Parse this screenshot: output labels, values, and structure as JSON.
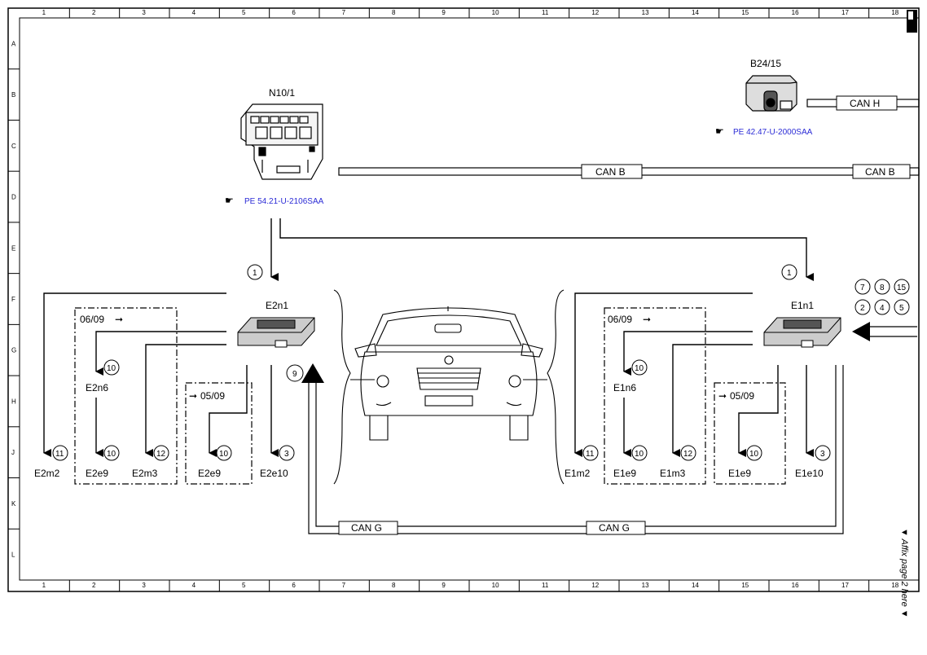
{
  "grid": {
    "columns": [
      "1",
      "2",
      "3",
      "4",
      "5",
      "6",
      "7",
      "8",
      "9",
      "10",
      "11",
      "12",
      "13",
      "14",
      "15",
      "16",
      "17",
      "18"
    ],
    "rows": [
      "A",
      "B",
      "C",
      "D",
      "E",
      "F",
      "G",
      "H",
      "J",
      "K",
      "L"
    ]
  },
  "components": {
    "n10_1": {
      "label": "N10/1",
      "ref": "PE 54.21-U-2106SAA"
    },
    "b24_15": {
      "label": "B24/15",
      "ref": "PE 42.47-U-2000SAA"
    },
    "e2n1": "E2n1",
    "e1n1": "E1n1",
    "e2n6": "E2n6",
    "e1n6": "E1n6"
  },
  "buses": {
    "can_b_1": "CAN B",
    "can_b_2": "CAN B",
    "can_h": "CAN H",
    "can_g_1": "CAN G",
    "can_g_2": "CAN G"
  },
  "dashed_boxes": {
    "left_a": "06/09",
    "left_b": "05/09",
    "right_a": "06/09",
    "right_b": "05/09"
  },
  "left_outputs": [
    "E2m2",
    "E2e9",
    "E2m3",
    "E2e9",
    "E2e10"
  ],
  "left_output_nums": [
    "11",
    "10",
    "12",
    "10",
    "3"
  ],
  "right_outputs": [
    "E1m2",
    "E1e9",
    "E1m3",
    "E1e9",
    "E1e10"
  ],
  "right_output_nums": [
    "11",
    "10",
    "12",
    "10",
    "3"
  ],
  "circles": {
    "left_in": "1",
    "right_in": "1",
    "left_n6": "10",
    "right_n6": "10",
    "left_9": "9",
    "right_group": [
      "7",
      "8",
      "15",
      "2",
      "4",
      "5"
    ]
  },
  "margin_note": "▼ Affix page 2 here ▼"
}
